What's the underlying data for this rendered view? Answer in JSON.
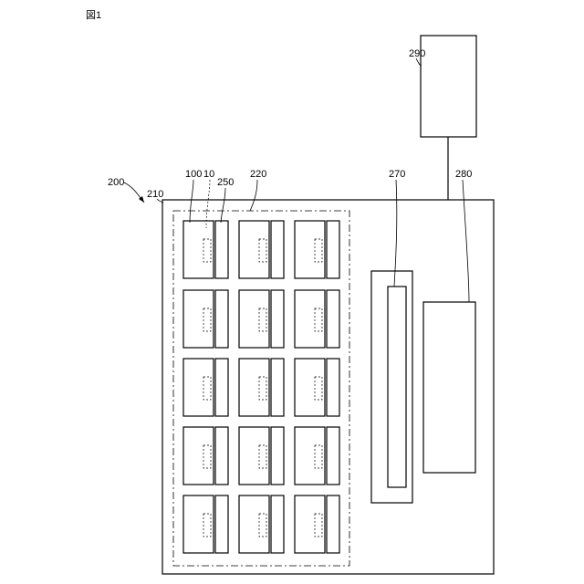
{
  "figure": {
    "title": "図1"
  },
  "labels": {
    "apparatus": "200",
    "housing": "210",
    "module": "100",
    "cell": "10",
    "holder": "250",
    "region": "220",
    "inner_unit": "270",
    "panel": "280",
    "external_unit": "290"
  },
  "grid": {
    "rows": 5,
    "columns": 3
  }
}
